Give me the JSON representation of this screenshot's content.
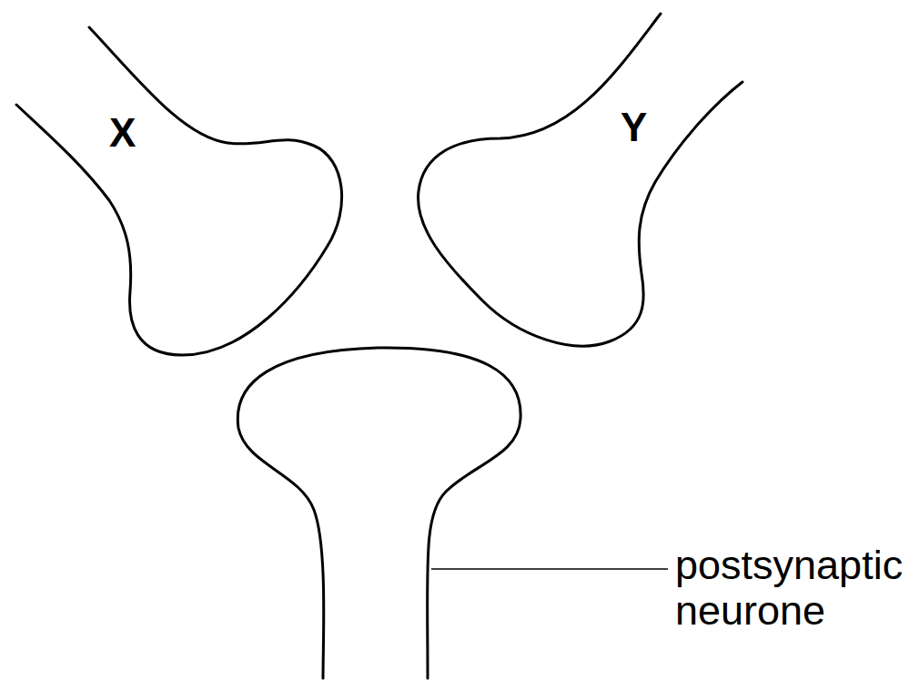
{
  "diagram": {
    "labels": [
      "X",
      "Y",
      "postsynaptic neurone"
    ]
  }
}
